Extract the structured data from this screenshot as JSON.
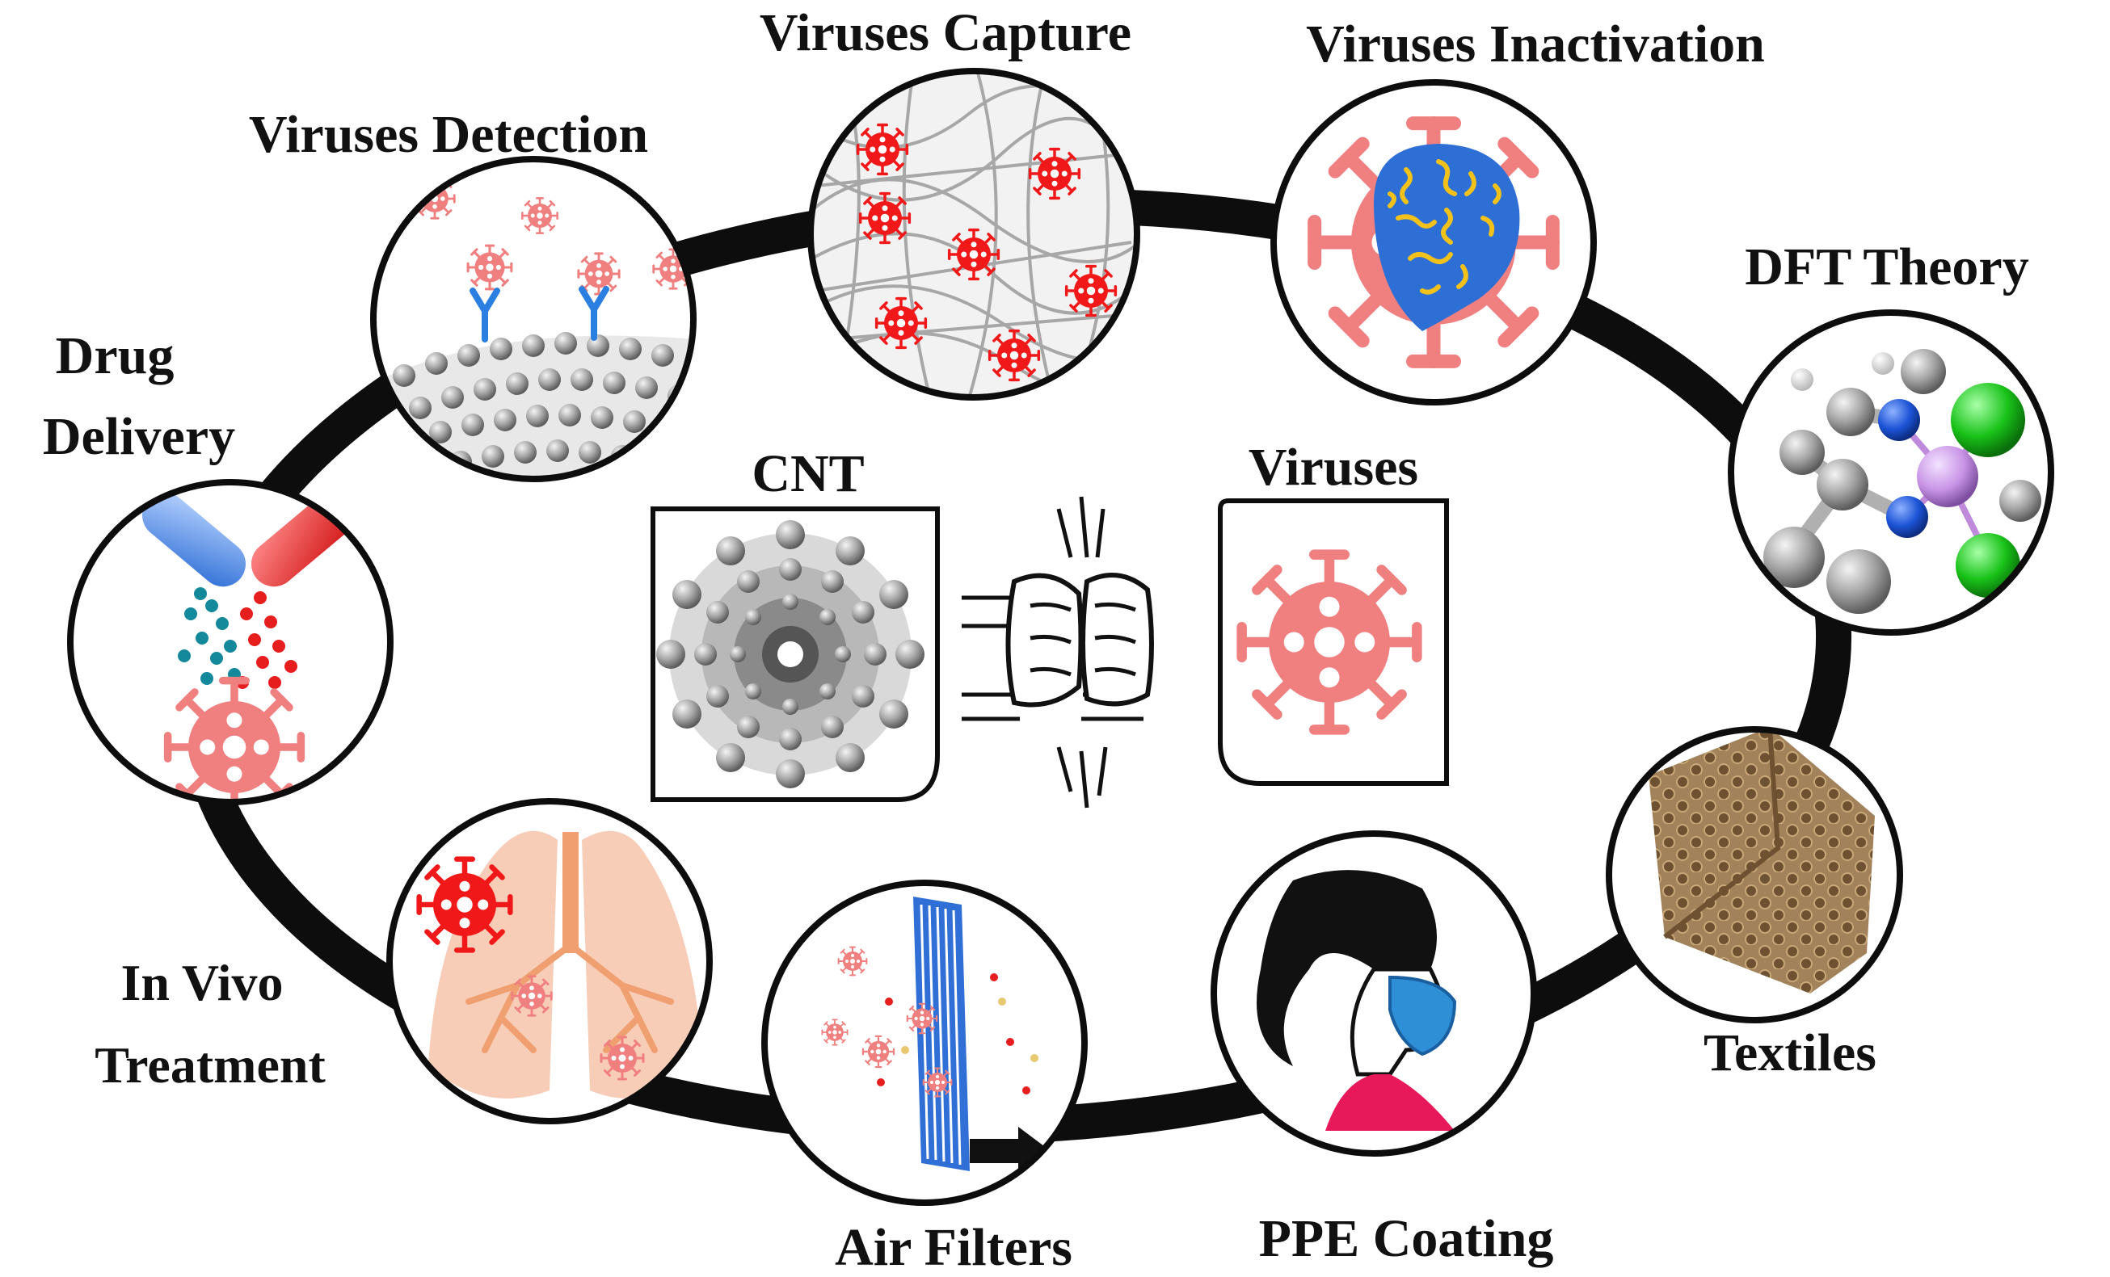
{
  "labels": {
    "viruses_capture": "Viruses Capture",
    "viruses_inactivation": "Viruses Inactivation",
    "viruses_detection": "Viruses Detection",
    "dft_theory": "DFT Theory",
    "drug_delivery_line1": "Drug",
    "drug_delivery_line2": "Delivery",
    "cnt": "CNT",
    "viruses": "Viruses",
    "textiles": "Textiles",
    "in_vivo_line1": "In Vivo",
    "in_vivo_line2": "Treatment",
    "air_filters": "Air Filters",
    "ppe_coating": "PPE Coating"
  },
  "colors": {
    "ring": "#0d0d0d",
    "virus_red": "#f01818",
    "virus_pink": "#f08080",
    "cnt_gray": "#a9a9a9",
    "capsule_blue": "#4d8fe6",
    "capsule_red": "#e61e1e",
    "lung_pink": "#f7cdb8",
    "mask_blue": "#2f8fd6",
    "shirt_pink": "#e8195a",
    "textile_brown": "#a2825a",
    "dft_green": "#19c219",
    "dft_purple": "#c894e6",
    "dft_blue": "#1c53d6",
    "antibody_blue": "#2b7fe0"
  },
  "icons": [
    "virus-icon",
    "nanotube-icon",
    "fist-bump-icon",
    "capsule-icon",
    "lungs-icon",
    "filter-icon",
    "face-mask-icon",
    "textile-mask-icon",
    "molecule-icon",
    "antibody-icon",
    "arrow-right-icon"
  ]
}
